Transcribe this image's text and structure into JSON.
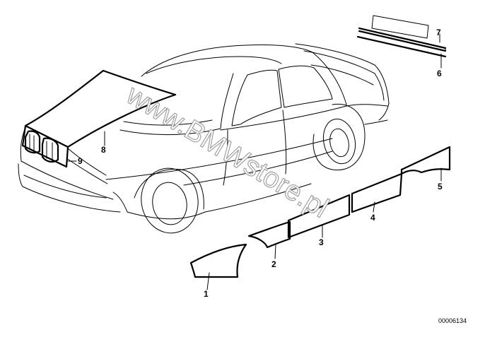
{
  "diagram": {
    "watermark": "www.BMWstore.pl",
    "reference_number": "00006134",
    "callouts": [
      {
        "id": "1",
        "label": "1"
      },
      {
        "id": "2",
        "label": "2"
      },
      {
        "id": "3",
        "label": "3"
      },
      {
        "id": "4",
        "label": "4"
      },
      {
        "id": "5",
        "label": "5"
      },
      {
        "id": "6",
        "label": "6"
      },
      {
        "id": "7",
        "label": "7"
      },
      {
        "id": "8",
        "label": "8"
      },
      {
        "id": "9",
        "label": "9"
      }
    ]
  }
}
